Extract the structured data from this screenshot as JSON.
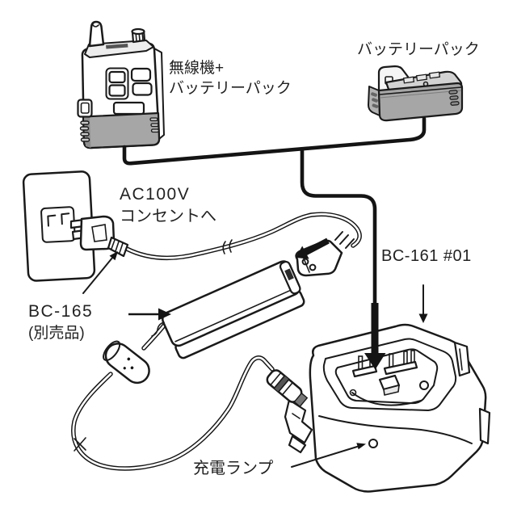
{
  "figure": {
    "type": "connection-diagram",
    "labels": {
      "radio_line1": "無線機+",
      "radio_line2": "バッテリーパック",
      "battery_pack": "バッテリーパック",
      "outlet_line1": "AC100V",
      "outlet_line2": "コンセントへ",
      "adapter_line1": "BC-165",
      "adapter_line2": "(別売品)",
      "charger": "BC-161 #01",
      "charge_lamp": "充電ランプ"
    },
    "colors": {
      "line": "#1a1a1a",
      "text": "#222222",
      "battery_gray": "#a6a6a6",
      "battery_top_gray": "#d2d2d2",
      "background": "#ffffff"
    }
  }
}
